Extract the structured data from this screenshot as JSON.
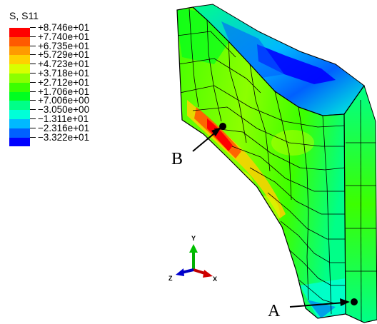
{
  "legend": {
    "title": "S, S11",
    "colors": [
      "#ff0000",
      "#ff5a00",
      "#ff9a00",
      "#ffd000",
      "#d8ff00",
      "#8cff00",
      "#3cff00",
      "#00ff20",
      "#00ff88",
      "#00ffd8",
      "#00b8ff",
      "#0060ff",
      "#0000ff"
    ],
    "values": [
      "+8.746e+01",
      "+7.740e+01",
      "+6.735e+01",
      "+5.729e+01",
      "+4.723e+01",
      "+3.718e+01",
      "+2.712e+01",
      "+1.706e+01",
      "+7.006e+00",
      "−3.050e+00",
      "−1.311e+01",
      "−2.316e+01",
      "−3.322e+01"
    ]
  },
  "markers": {
    "a_label": "A",
    "b_label": "B"
  },
  "triad": {
    "x_label": "X",
    "y_label": "Y",
    "z_label": "Z"
  }
}
